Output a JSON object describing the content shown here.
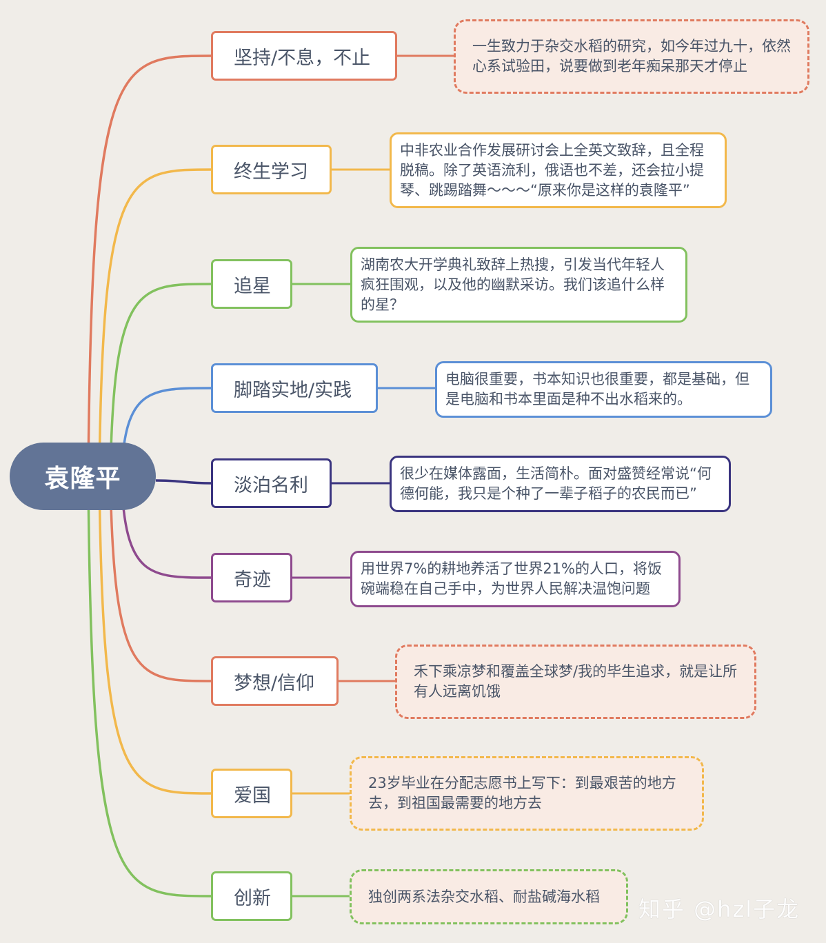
{
  "root": {
    "label": "袁隆平"
  },
  "branches": [
    {
      "topic": "坚持/不息，不止",
      "note": "一生致力于杂交水稻的研究，如今年过九十，依然心系试验田，说要做到老年痴呆那天才停止",
      "color": "#e07a5f",
      "note_style": "dashed"
    },
    {
      "topic": "终生学习",
      "note": "中非农业合作发展研讨会上全英文致辞，且全程脱稿。除了英语流利，俄语也不差，还会拉小提琴、跳踢踏舞～～～“原来你是这样的袁隆平”",
      "color": "#f2b84b",
      "note_style": "solid"
    },
    {
      "topic": "追星",
      "note": "湖南农大开学典礼致辞上热搜，引发当代年轻人疯狂围观，以及他的幽默采访。我们该追什么样的星？",
      "color": "#82c15e",
      "note_style": "solid"
    },
    {
      "topic": "脚踏实地/实践",
      "note": "电脑很重要，书本知识也很重要，都是基础，但是电脑和书本里面是种不出水稻来的。",
      "color": "#5b8fd6",
      "note_style": "solid"
    },
    {
      "topic": "淡泊名利",
      "note": "很少在媒体露面，生活简朴。面对盛赞经常说“何德何能，我只是个种了一辈子稻子的农民而已”",
      "color": "#3a347f",
      "note_style": "solid"
    },
    {
      "topic": "奇迹",
      "note": "用世界7%的耕地养活了世界21%的人口，将饭碗端稳在自己手中，为世界人民解决温饱问题",
      "color": "#8e4a8e",
      "note_style": "solid"
    },
    {
      "topic": "梦想/信仰",
      "note": "禾下乘凉梦和覆盖全球梦/我的毕生追求，就是让所有人远离饥饿",
      "color": "#e07a5f",
      "note_style": "dashed"
    },
    {
      "topic": "爱国",
      "note": "23岁毕业在分配志愿书上写下：到最艰苦的地方去，到祖国最需要的地方去",
      "color": "#f2b84b",
      "note_style": "dashed"
    },
    {
      "topic": "创新",
      "note": "独创两系法杂交水稻、耐盐碱海水稻",
      "color": "#82c15e",
      "note_style": "dashed"
    }
  ],
  "watermark": "知乎 @hzl子龙"
}
